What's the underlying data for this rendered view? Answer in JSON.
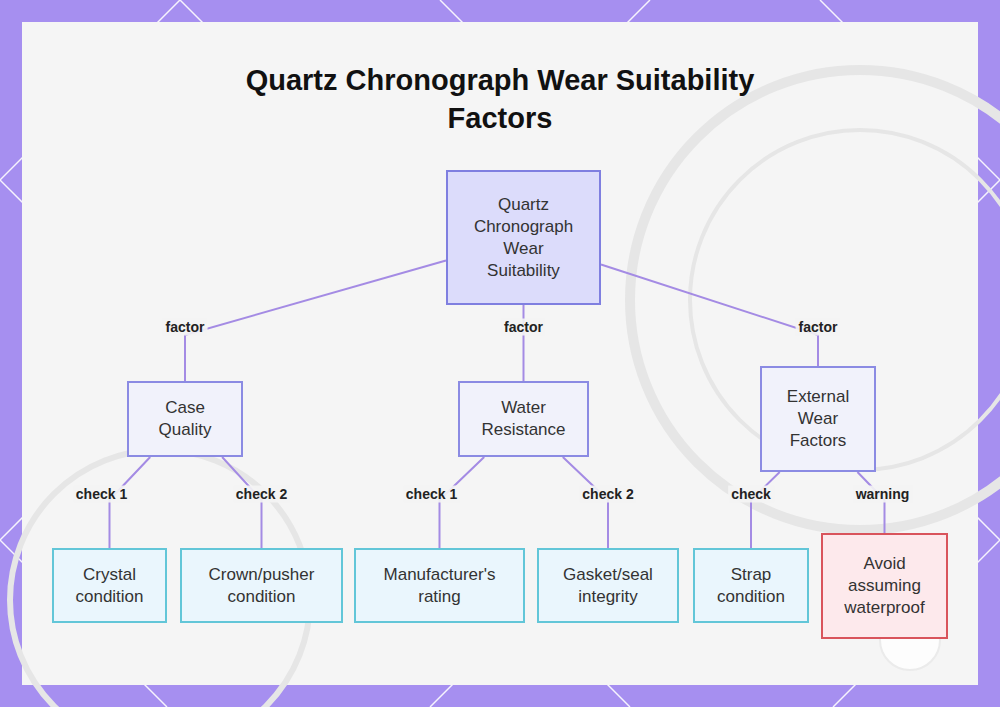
{
  "diagram": {
    "title": "Quartz Chronograph Wear Suitability Factors",
    "nodes": [
      {
        "text": [
          "Quartz Chronograph Wear Suitability"
        ]
      },
      {
        "text": [
          "Case Quality"
        ]
      },
      {
        "text": [
          "Water Resistance"
        ]
      },
      {
        "text": [
          "External Wear Factors"
        ]
      },
      {
        "text": [
          "Crystal condition"
        ]
      },
      {
        "text": [
          "Crown/pusher condition"
        ]
      },
      {
        "text": [
          "Manufacturer's rating"
        ]
      },
      {
        "text": [
          "Gasket/seal integrity"
        ]
      },
      {
        "text": [
          "Strap condition"
        ]
      },
      {
        "text": [
          "Avoid assuming waterproof"
        ]
      }
    ],
    "edges": [
      {
        "from": 0,
        "to": 1,
        "label": "factor",
        "arrow": "none"
      },
      {
        "from": 0,
        "to": 2,
        "label": "factor",
        "arrow": "none"
      },
      {
        "from": 0,
        "to": 3,
        "label": "factor",
        "arrow": "none"
      },
      {
        "from": 1,
        "to": 4,
        "label": "check 1",
        "arrow": "none"
      },
      {
        "from": 1,
        "to": 5,
        "label": "check 2",
        "arrow": "none"
      },
      {
        "from": 2,
        "to": 6,
        "label": "check 1",
        "arrow": "none"
      },
      {
        "from": 2,
        "to": 7,
        "label": "check 2",
        "arrow": "none"
      },
      {
        "from": 3,
        "to": 8,
        "label": "check",
        "arrow": "none"
      },
      {
        "from": 3,
        "to": 9,
        "label": "warning",
        "arrow": "none"
      }
    ]
  }
}
